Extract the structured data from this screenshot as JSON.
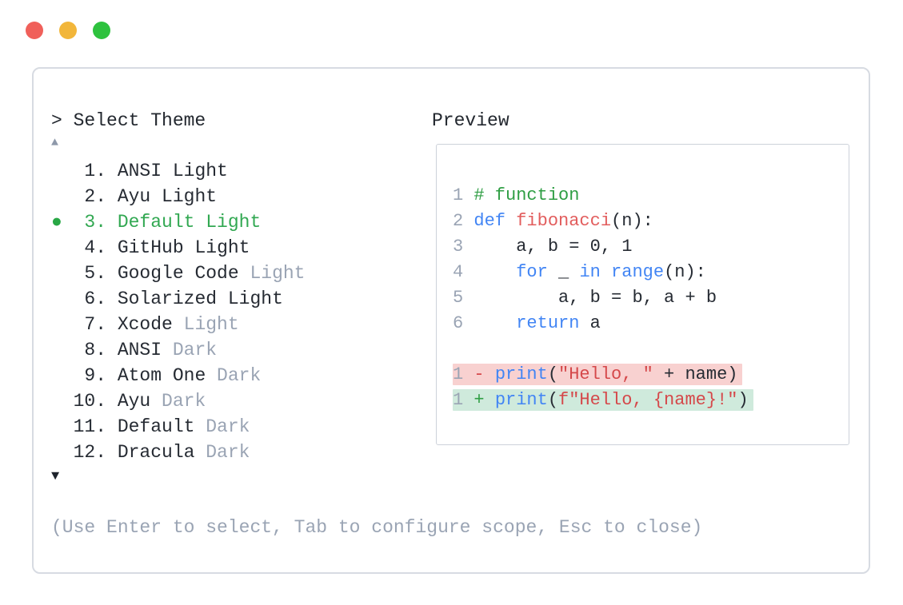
{
  "window": {
    "controls": [
      {
        "name": "close",
        "color": "#f0605a"
      },
      {
        "name": "minimize",
        "color": "#f2b63a"
      },
      {
        "name": "zoom",
        "color": "#2ec23e"
      }
    ]
  },
  "selector": {
    "prompt": "> Select Theme",
    "scroll_up_icon": "▲",
    "scroll_down_icon": "▼",
    "selected_marker": "●",
    "items": [
      {
        "number": "1",
        "name": "ANSI",
        "variant": "Light",
        "variant_muted": false,
        "selected": false
      },
      {
        "number": "2",
        "name": "Ayu",
        "variant": "Light",
        "variant_muted": false,
        "selected": false
      },
      {
        "number": "3",
        "name": "Default",
        "variant": "Light",
        "variant_muted": false,
        "selected": true
      },
      {
        "number": "4",
        "name": "GitHub",
        "variant": "Light",
        "variant_muted": false,
        "selected": false
      },
      {
        "number": "5",
        "name": "Google Code",
        "variant": "Light",
        "variant_muted": true,
        "selected": false
      },
      {
        "number": "6",
        "name": "Solarized",
        "variant": "Light",
        "variant_muted": false,
        "selected": false
      },
      {
        "number": "7",
        "name": "Xcode",
        "variant": "Light",
        "variant_muted": true,
        "selected": false
      },
      {
        "number": "8",
        "name": "ANSI",
        "variant": "Dark",
        "variant_muted": true,
        "selected": false
      },
      {
        "number": "9",
        "name": "Atom One",
        "variant": "Dark",
        "variant_muted": true,
        "selected": false
      },
      {
        "number": "10",
        "name": "Ayu",
        "variant": "Dark",
        "variant_muted": true,
        "selected": false
      },
      {
        "number": "11",
        "name": "Default",
        "variant": "Dark",
        "variant_muted": true,
        "selected": false
      },
      {
        "number": "12",
        "name": "Dracula",
        "variant": "Dark",
        "variant_muted": true,
        "selected": false
      }
    ],
    "hint": "(Use Enter to select, Tab to configure scope, Esc to close)"
  },
  "preview": {
    "title": "Preview",
    "lines": [
      {
        "num": "1",
        "diff": null,
        "tokens": [
          [
            "com",
            "# function"
          ]
        ]
      },
      {
        "num": "2",
        "diff": null,
        "tokens": [
          [
            "kw",
            "def"
          ],
          [
            "plain",
            " "
          ],
          [
            "fn",
            "fibonacci"
          ],
          [
            "plain",
            "(n):"
          ]
        ]
      },
      {
        "num": "3",
        "diff": null,
        "tokens": [
          [
            "plain",
            "    a, b = 0, 1"
          ]
        ]
      },
      {
        "num": "4",
        "diff": null,
        "tokens": [
          [
            "plain",
            "    "
          ],
          [
            "kw",
            "for"
          ],
          [
            "plain",
            " _ "
          ],
          [
            "kw",
            "in"
          ],
          [
            "plain",
            " "
          ],
          [
            "kw",
            "range"
          ],
          [
            "plain",
            "(n):"
          ]
        ]
      },
      {
        "num": "5",
        "diff": null,
        "tokens": [
          [
            "plain",
            "        a, b = b, a + b"
          ]
        ]
      },
      {
        "num": "6",
        "diff": null,
        "tokens": [
          [
            "plain",
            "    "
          ],
          [
            "kw",
            "return"
          ],
          [
            "plain",
            " a"
          ]
        ]
      },
      {
        "num": "",
        "diff": null,
        "tokens": []
      },
      {
        "num": "1",
        "diff": "del",
        "tokens": [
          [
            "del",
            "- "
          ],
          [
            "kw",
            "print"
          ],
          [
            "plain",
            "("
          ],
          [
            "str",
            "\"Hello, \""
          ],
          [
            "plain",
            " + name)"
          ]
        ]
      },
      {
        "num": "1",
        "diff": "ins",
        "tokens": [
          [
            "ins",
            "+ "
          ],
          [
            "kw",
            "print"
          ],
          [
            "plain",
            "("
          ],
          [
            "str",
            "f\"Hello, {name}!\""
          ],
          [
            "plain",
            ")"
          ]
        ]
      }
    ]
  },
  "colors": {
    "panel_border": "#d7dbe2",
    "preview_border": "#cdd2da",
    "text_dark": "#262b33",
    "text_muted": "#9aa4b4",
    "selected_green": "#32a852",
    "keyword_blue": "#4285f4",
    "function_red": "#e25d5d",
    "string_red": "#d5484a",
    "comment_green": "#2f9e44",
    "diff_del_bg": "#f8d1d0",
    "diff_ins_bg": "#cfeadc"
  }
}
